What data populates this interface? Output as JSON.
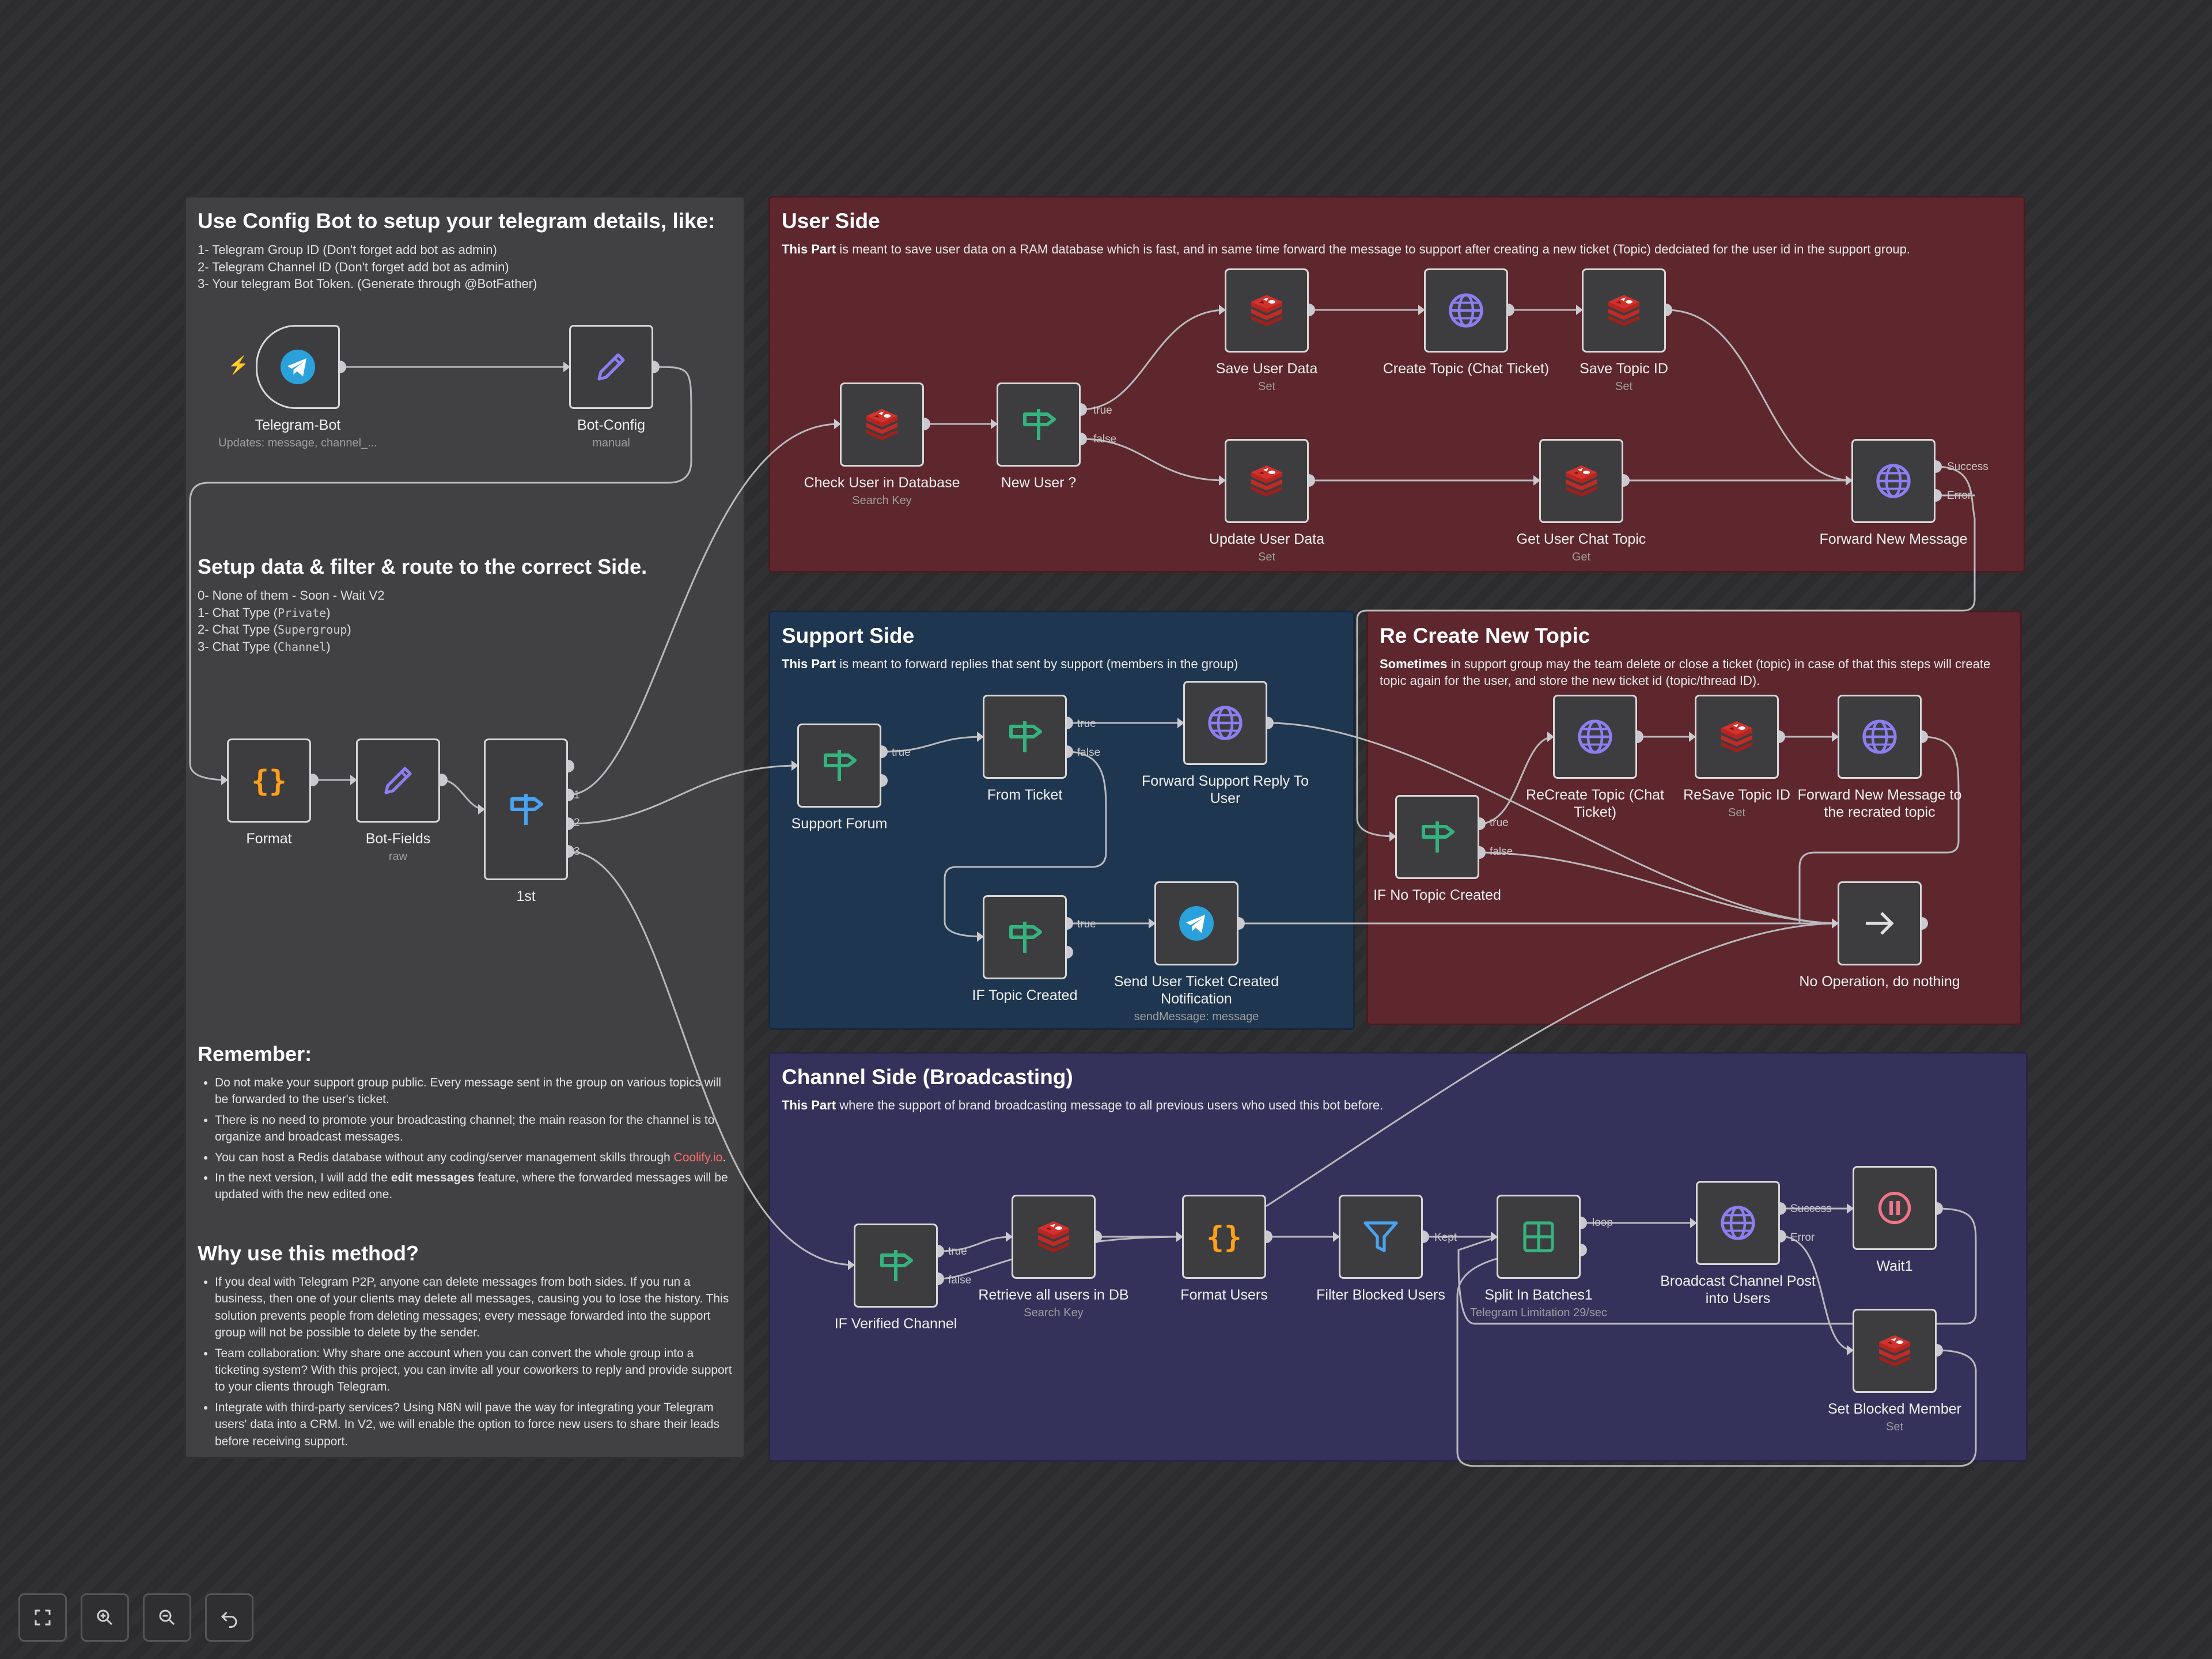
{
  "colors": {
    "panel_gray": "#414143",
    "panel_red": "#5e262d",
    "panel_blue": "#1f3650",
    "panel_purple": "#34325a",
    "node_bg": "#3d3d40",
    "edge": "#b9b9bd",
    "redis_red": "#d2322d",
    "switch_green": "#35b37e",
    "http_purple": "#8b7ff0",
    "telegram_blue": "#2aa1da",
    "code_orange": "#ff9f1a",
    "filter_blue": "#4aa3f0",
    "wait_pink": "#f27489"
  },
  "stickies": {
    "config": {
      "title_prefix": "Use ",
      "title_bold": "Config Bot",
      "title_suffix": " to setup your telegram details, like:",
      "lines": [
        "1- Telegram Group ID (Don't forget add bot as admin)",
        "2- Telegram Channel ID (Don't forget add bot as admin)",
        "3- Your telegram Bot Token. (Generate through @BotFather)"
      ],
      "setup_title": "Setup data & filter & route to the correct Side.",
      "setup_lines": [
        {
          "pre": "0- None of them - Soon - Wait V2",
          "code": "",
          "post": ""
        },
        {
          "pre": "1- Chat Type (",
          "code": "Private",
          "post": ")"
        },
        {
          "pre": "2- Chat Type (",
          "code": "Supergroup",
          "post": ")"
        },
        {
          "pre": "3- Chat Type (",
          "code": "Channel",
          "post": ")"
        }
      ],
      "remember_title": "Remember:",
      "remember_items": [
        {
          "text": "Do not make your support group public. Every message sent in the group on various topics will be forwarded to the user's ticket."
        },
        {
          "text": "There is no need to promote your broadcasting channel; the main reason for the channel is to organize and broadcast messages."
        },
        {
          "text": "You can host a Redis database without any coding/server management skills through ",
          "link": "Coolify.io",
          "after": "."
        },
        {
          "text": "In the next version, I will add the ",
          "bold": "edit messages",
          "after": " feature, where the forwarded messages will be updated with the new edited one."
        }
      ],
      "why_title": "Why use this method?",
      "why_items": [
        "If you deal with Telegram P2P, anyone can delete messages from both sides. If you run a business, then one of your clients may delete all messages, causing you to lose the history. This solution prevents people from deleting messages; every message forwarded into the support group will not be possible to delete by the sender.",
        "Team collaboration: Why share one account when you can convert the whole group into a ticketing system? With this project, you can invite all your coworkers to reply and provide support to your clients through Telegram.",
        "Integrate with third-party services? Using N8N will pave the way for integrating your Telegram users' data into a CRM. In V2, we will enable the option to force new users to share their leads before receiving support."
      ]
    },
    "user_side": {
      "title": "User Side",
      "desc_bold": "This Part",
      "desc": " is meant to save user data on a RAM database which is fast, and in same time forward the message to support after creating a new ticket (Topic) dedciated for the user id in the support group."
    },
    "support_side": {
      "title": "Support Side",
      "desc_bold": "This Part",
      "desc": " is meant to forward replies that sent by support (members in the group)"
    },
    "recreate": {
      "title": "Re Create New Topic",
      "desc_bold": "Sometimes",
      "desc": " in support group may the team delete or close a ticket (topic) in case of that this steps will create topic again for the user, and store the new ticket id (topic/thread ID)."
    },
    "channel_side": {
      "title": "Channel Side (Broadcasting)",
      "desc_bold": "This Part",
      "desc": " where the support of brand broadcasting message to all previous users who used this bot before."
    }
  },
  "nodes": [
    {
      "id": "telegram_bot",
      "label": "Telegram-Bot",
      "sub": "Updates: message, channel_...",
      "icon": "telegram-icon"
    },
    {
      "id": "bot_config",
      "label": "Bot-Config",
      "sub": "manual",
      "icon": "pencil-icon"
    },
    {
      "id": "format",
      "label": "Format",
      "sub": "",
      "icon": "braces-icon"
    },
    {
      "id": "bot_fields",
      "label": "Bot-Fields",
      "sub": "raw",
      "icon": "pencil-icon"
    },
    {
      "id": "first",
      "label": "1st",
      "sub": "",
      "icon": "switch-icon"
    },
    {
      "id": "check_user",
      "label": "Check User in Database",
      "sub": "Search Key",
      "icon": "redis-icon"
    },
    {
      "id": "new_user",
      "label": "New User ?",
      "sub": "",
      "icon": "if-icon"
    },
    {
      "id": "save_user",
      "label": "Save User Data",
      "sub": "Set",
      "icon": "redis-icon"
    },
    {
      "id": "create_topic",
      "label": "Create Topic (Chat Ticket)",
      "sub": "",
      "icon": "globe-icon"
    },
    {
      "id": "save_topic",
      "label": "Save Topic ID",
      "sub": "Set",
      "icon": "redis-icon"
    },
    {
      "id": "update_user",
      "label": "Update User Data",
      "sub": "Set",
      "icon": "redis-icon"
    },
    {
      "id": "get_topic",
      "label": "Get User Chat Topic",
      "sub": "Get",
      "icon": "redis-icon"
    },
    {
      "id": "forward_new",
      "label": "Forward New Message",
      "sub": "",
      "icon": "globe-icon"
    },
    {
      "id": "support_forum",
      "label": "Support Forum",
      "sub": "",
      "icon": "if-icon"
    },
    {
      "id": "from_ticket",
      "label": "From Ticket",
      "sub": "",
      "icon": "if-icon"
    },
    {
      "id": "forward_reply",
      "label": "Forward Support Reply To User",
      "sub": "",
      "icon": "globe-icon"
    },
    {
      "id": "if_topic_created",
      "label": "IF Topic Created",
      "sub": "",
      "icon": "if-icon"
    },
    {
      "id": "send_ticket_notif",
      "label": "Send User Ticket Created Notification",
      "sub": "sendMessage: message",
      "icon": "telegram-icon"
    },
    {
      "id": "if_no_topic",
      "label": "IF No Topic Created",
      "sub": "",
      "icon": "if-icon"
    },
    {
      "id": "recreate_topic",
      "label": "ReCreate Topic (Chat Ticket)",
      "sub": "",
      "icon": "globe-icon"
    },
    {
      "id": "resave_topic",
      "label": "ReSave Topic ID",
      "sub": "Set",
      "icon": "redis-icon"
    },
    {
      "id": "forward_recreated",
      "label": "Forward New Message to the recrated topic",
      "sub": "",
      "icon": "globe-icon"
    },
    {
      "id": "no_op",
      "label": "No Operation, do nothing",
      "sub": "",
      "icon": "arrow-right-icon"
    },
    {
      "id": "if_verified",
      "label": "IF Verified Channel",
      "sub": "",
      "icon": "if-icon"
    },
    {
      "id": "retrieve_users",
      "label": "Retrieve all users in DB",
      "sub": "Search Key",
      "icon": "redis-icon"
    },
    {
      "id": "format_users",
      "label": "Format Users",
      "sub": "",
      "icon": "braces-icon"
    },
    {
      "id": "filter_blocked",
      "label": "Filter Blocked Users",
      "sub": "",
      "icon": "filter-icon"
    },
    {
      "id": "split_batches",
      "label": "Split In Batches1",
      "sub": "Telegram Limitation 29/sec",
      "icon": "grid-icon"
    },
    {
      "id": "broadcast_post",
      "label": "Broadcast Channel Post into Users",
      "sub": "",
      "icon": "globe-icon"
    },
    {
      "id": "wait1",
      "label": "Wait1",
      "sub": "",
      "icon": "pause-icon"
    },
    {
      "id": "set_blocked",
      "label": "Set Blocked Member",
      "sub": "Set",
      "icon": "redis-icon"
    }
  ],
  "port_labels": {
    "true": "true",
    "false": "false",
    "success": "Success",
    "error": "Error",
    "kept": "Kept",
    "loop": "loop",
    "out1": "1",
    "out2": "2",
    "out3": "3"
  },
  "toolbar": [
    {
      "id": "fit",
      "icon": "fit-view-icon"
    },
    {
      "id": "zoom_in",
      "icon": "zoom-in-icon"
    },
    {
      "id": "zoom_out",
      "icon": "zoom-out-icon"
    },
    {
      "id": "undo",
      "icon": "undo-icon"
    }
  ]
}
